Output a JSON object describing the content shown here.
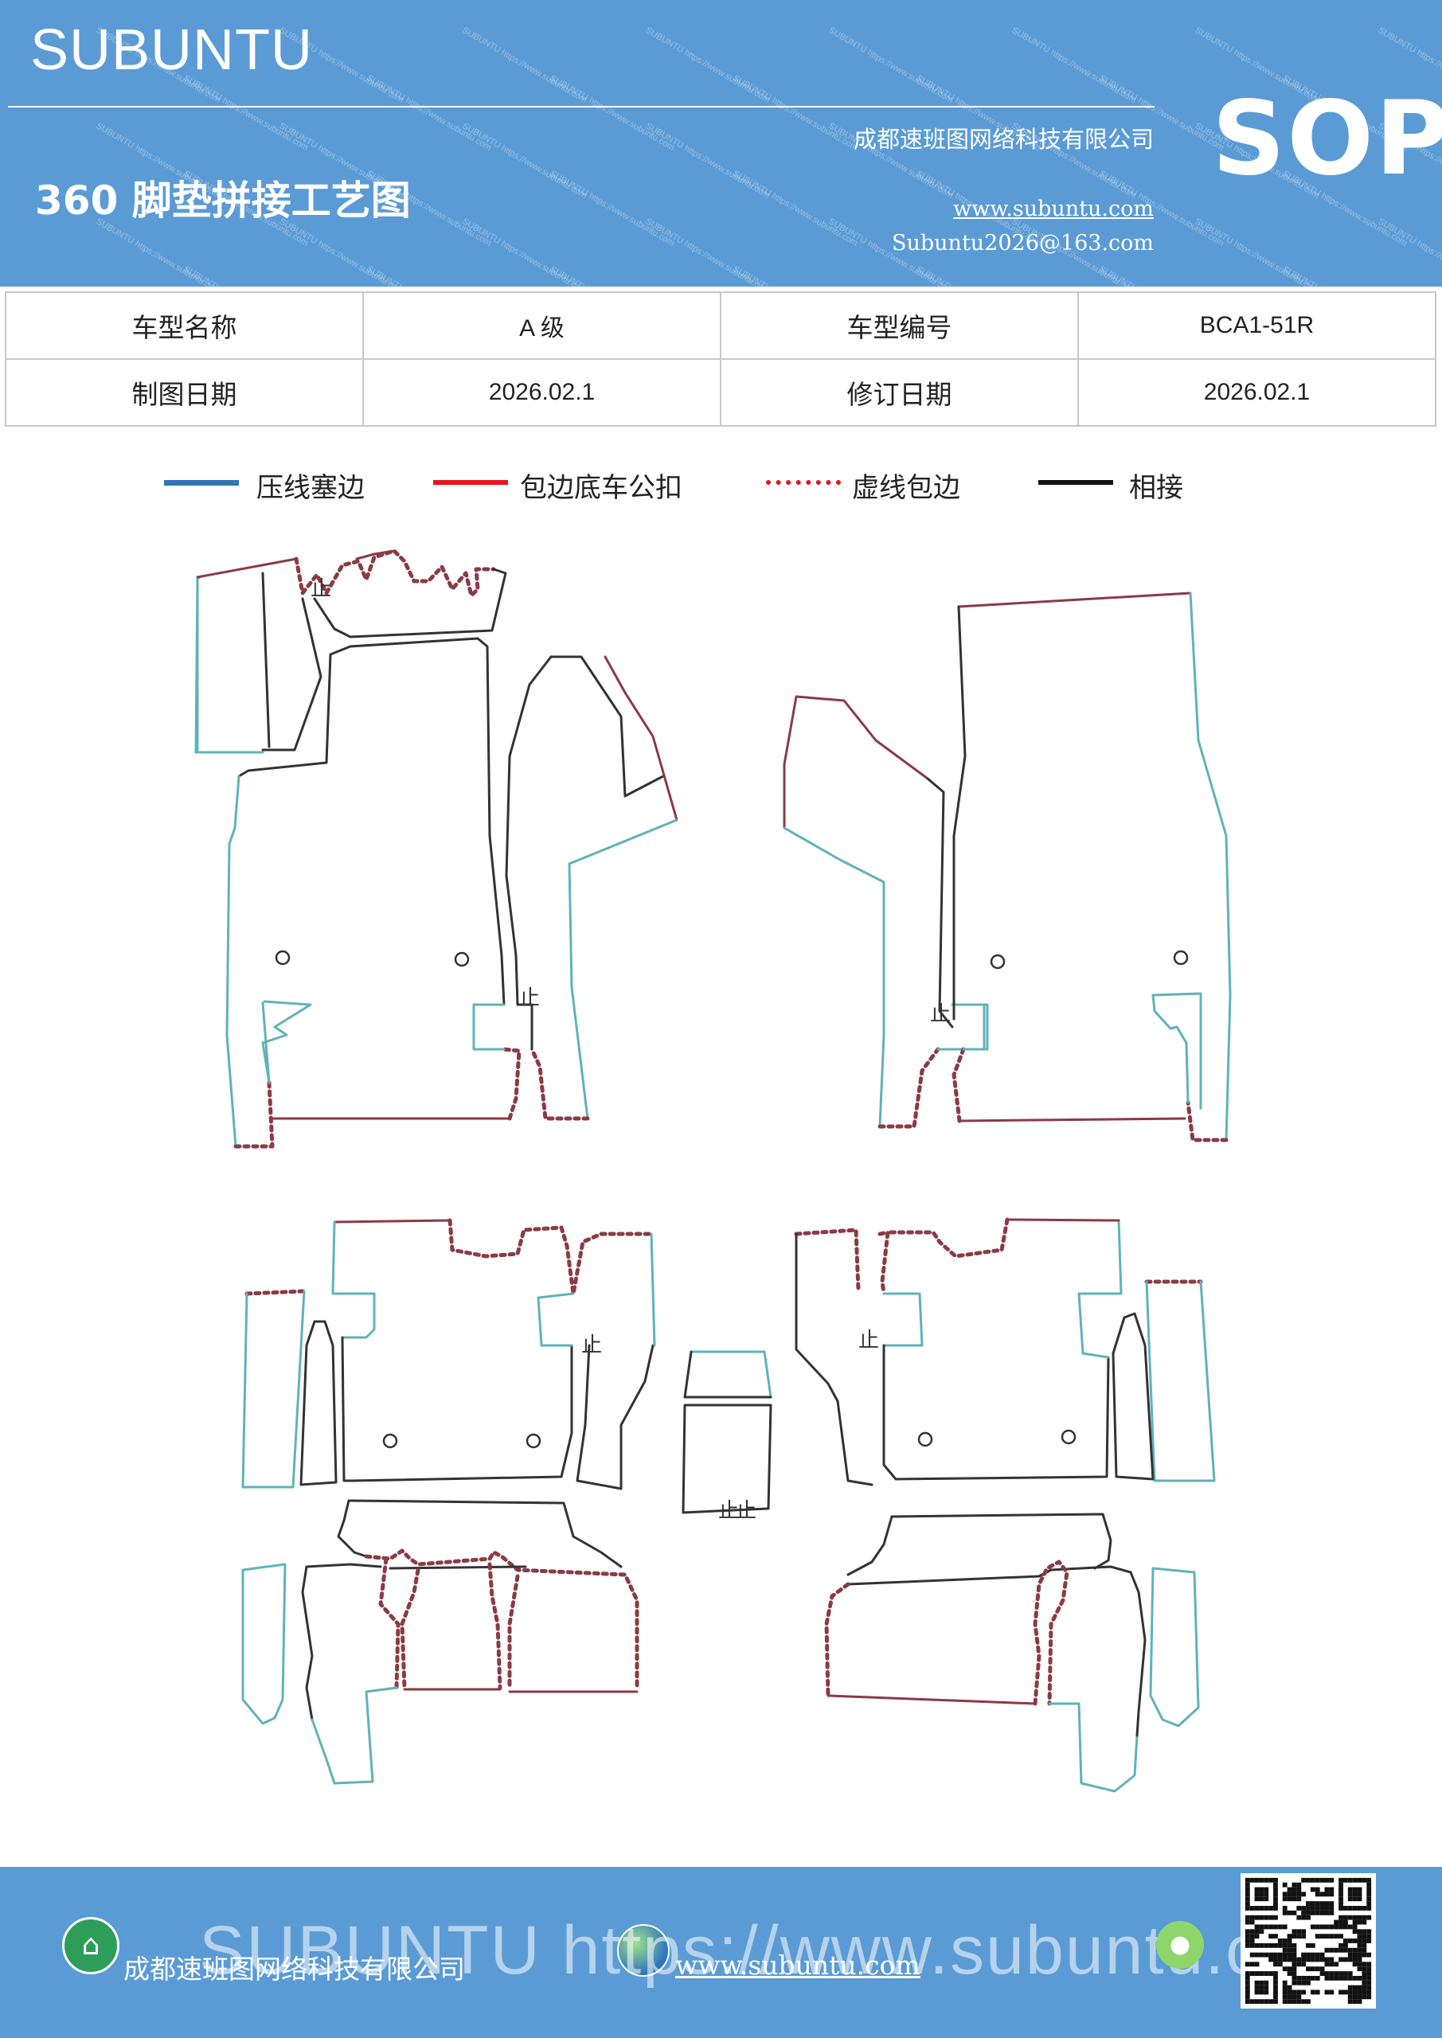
{
  "header": {
    "brand": "SUBUNTU",
    "company": "成都速班图网络科技有限公司",
    "website": "www.subuntu.com",
    "email": "Subuntu2026@163.com",
    "title": "360 脚垫拼接工艺图",
    "badge": "SOP",
    "watermark_text": "SUBUNTU https://www.subuntu.com"
  },
  "info_table": {
    "rows": [
      {
        "label1": "车型名称",
        "value1": "A 级",
        "label2": "车型编号",
        "value2": "BCA1-51R"
      },
      {
        "label1": "制图日期",
        "value1": "2026.02.1",
        "label2": "修订日期",
        "value2": "2026.02.1"
      }
    ]
  },
  "legend": [
    {
      "label": "压线塞边",
      "color": "#2e75b6",
      "style": "solid"
    },
    {
      "label": "包边底车公扣",
      "color": "#e8141b",
      "style": "solid"
    },
    {
      "label": "虚线包边",
      "color": "#e8141b",
      "style": "dotted"
    },
    {
      "label": "相接",
      "color": "#111111",
      "style": "solid"
    }
  ],
  "colors": {
    "header_blue": "#5b9bd5",
    "edge_teal": "#5fb3b8",
    "edge_red": "#8b3a46",
    "edge_black": "#333333"
  },
  "diagram": {
    "marker_text": "止"
  },
  "footer": {
    "company": "成都速班图网络科技有限公司",
    "website": "www.subuntu.com",
    "overlay": "SUBUNTU https://www.subuntu.com"
  }
}
